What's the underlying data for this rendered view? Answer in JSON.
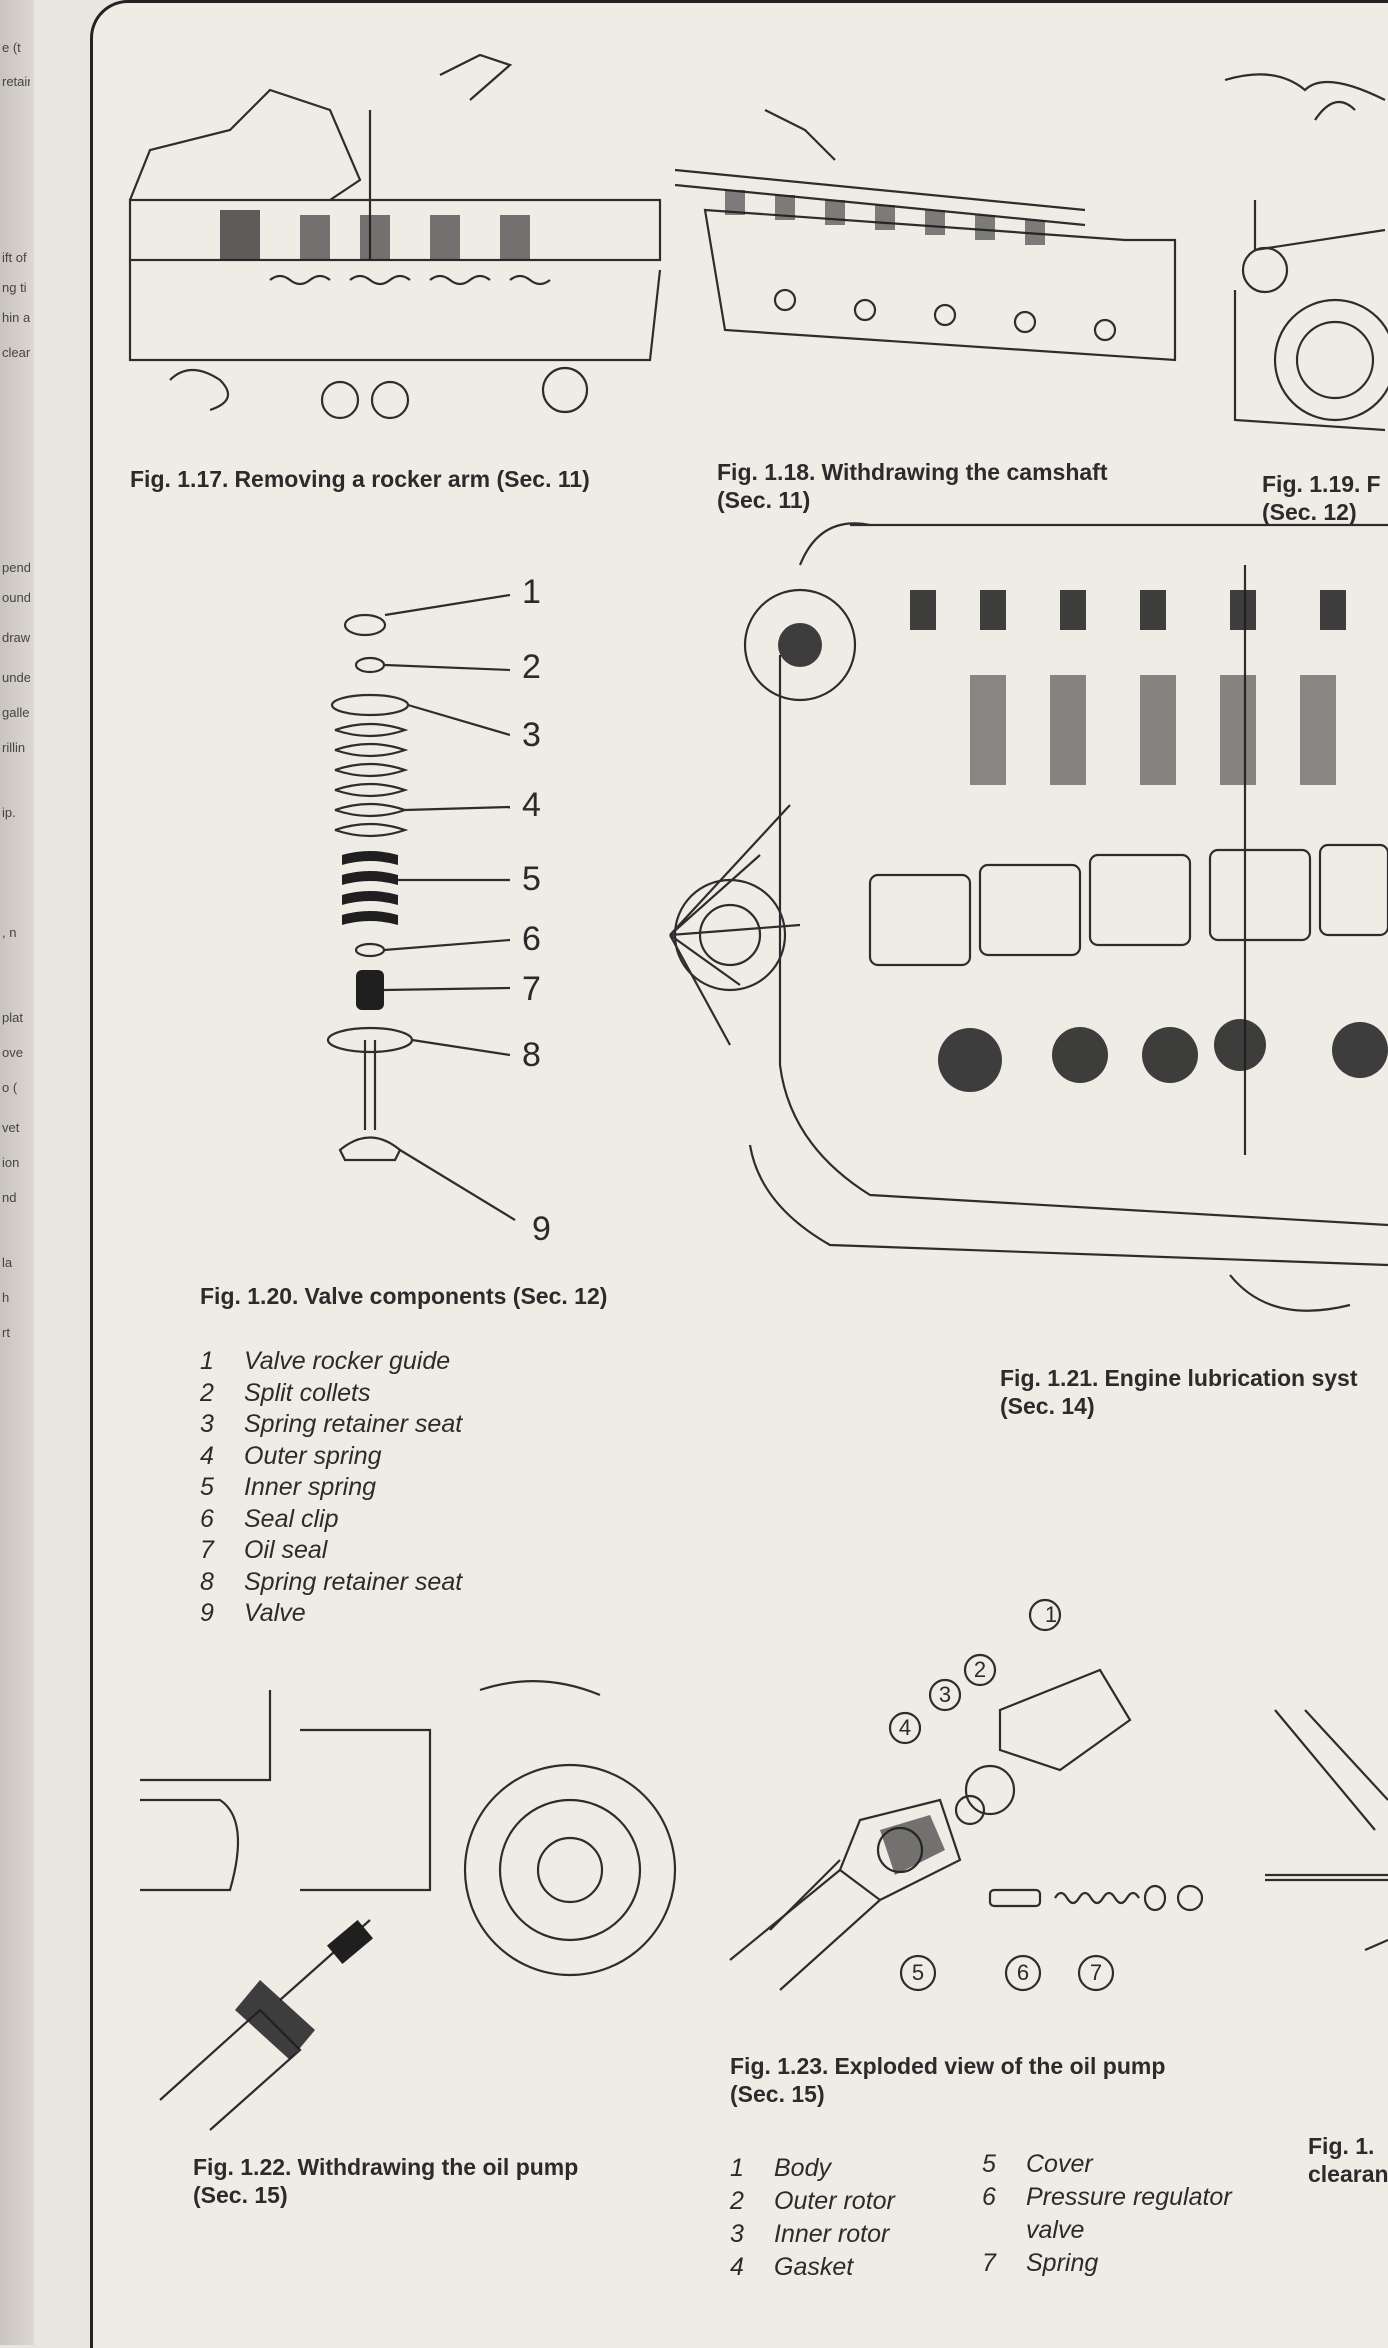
{
  "margin_fragments": [
    "e (t",
    "retaine",
    "ift of",
    "ng ti",
    "hin a",
    "clear",
    "pende",
    "ound",
    "draw",
    "unde",
    "galle",
    "rillin",
    "ip.",
    ", n",
    "plat",
    "ove",
    "o (",
    "vet",
    "ion",
    "nd",
    "la",
    "h",
    "rt"
  ],
  "figures": {
    "fig117": {
      "number": "Fig. 1.17.",
      "title": "Removing a rocker arm (Sec. 11)"
    },
    "fig118": {
      "number": "Fig. 1.18.",
      "title": "Withdrawing the camshaft",
      "sec": "(Sec. 11)"
    },
    "fig119": {
      "number": "Fig. 1.19.",
      "title": "F",
      "sec": "(Sec. 12)"
    },
    "fig120": {
      "number": "Fig. 1.20.",
      "title": "Valve components (Sec. 12)"
    },
    "fig121": {
      "number": "Fig. 1.21.",
      "title": "Engine lubrication syst",
      "sec": "(Sec. 14)"
    },
    "fig122": {
      "number": "Fig. 1.22.",
      "title": "Withdrawing the oil pump",
      "sec": "(Sec. 15)"
    },
    "fig123": {
      "number": "Fig. 1.23.",
      "title": "Exploded view of the oil pump",
      "sec": "(Sec. 15)"
    },
    "fig124": {
      "number": "Fig. 1.",
      "title": "clearan"
    }
  },
  "valve_callouts": [
    "1",
    "2",
    "3",
    "4",
    "5",
    "6",
    "7",
    "8",
    "9"
  ],
  "valve_legend": [
    {
      "n": "1",
      "label": "Valve rocker guide"
    },
    {
      "n": "2",
      "label": "Split collets"
    },
    {
      "n": "3",
      "label": "Spring retainer seat"
    },
    {
      "n": "4",
      "label": "Outer spring"
    },
    {
      "n": "5",
      "label": "Inner spring"
    },
    {
      "n": "6",
      "label": "Seal clip"
    },
    {
      "n": "7",
      "label": "Oil seal"
    },
    {
      "n": "8",
      "label": "Spring retainer seat"
    },
    {
      "n": "9",
      "label": "Valve"
    }
  ],
  "pump_callouts": [
    "1",
    "2",
    "3",
    "4",
    "5",
    "6",
    "7"
  ],
  "pump_legend_left": [
    {
      "n": "1",
      "label": "Body"
    },
    {
      "n": "2",
      "label": "Outer rotor"
    },
    {
      "n": "3",
      "label": "Inner rotor"
    },
    {
      "n": "4",
      "label": "Gasket"
    }
  ],
  "pump_legend_right": [
    {
      "n": "5",
      "label": "Cover"
    },
    {
      "n": "6",
      "label": "Pressure regulator"
    },
    {
      "n": "",
      "label": "valve"
    },
    {
      "n": "7",
      "label": "Spring"
    }
  ]
}
